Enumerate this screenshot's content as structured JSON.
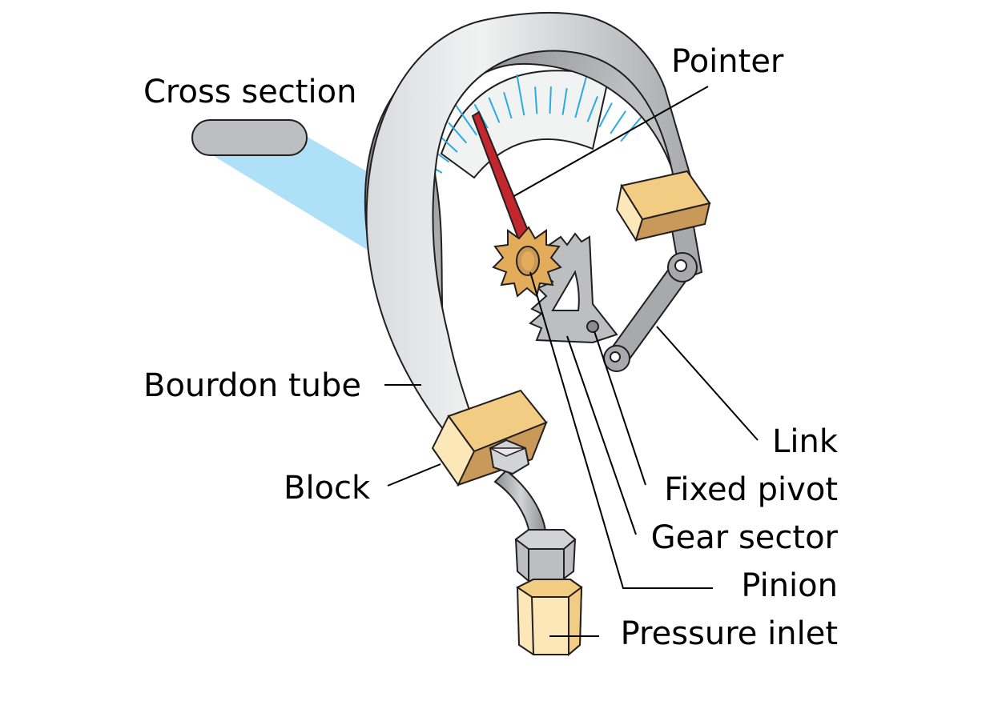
{
  "labels": {
    "cross_section": "Cross section",
    "pointer": "Pointer",
    "bourdon_tube": "Bourdon tube",
    "block": "Block",
    "link": "Link",
    "fixed_pivot": "Fixed pivot",
    "gear_sector": "Gear sector",
    "pinion": "Pinion",
    "pressure_inlet": "Pressure inlet"
  },
  "colors": {
    "tube_light": "#e6e7e9",
    "tube_mid": "#bcbec0",
    "tube_dark": "#8a8c8f",
    "outline": "#231f20",
    "block_light": "#fbe7b8",
    "block_top": "#f2cc82",
    "block_dark": "#c9995a",
    "pointer": "#c1272d",
    "scale_ticks": "#29abe2",
    "cross_section_beam": "#aee0f7",
    "pinion_gold": "#e2ac5b"
  }
}
